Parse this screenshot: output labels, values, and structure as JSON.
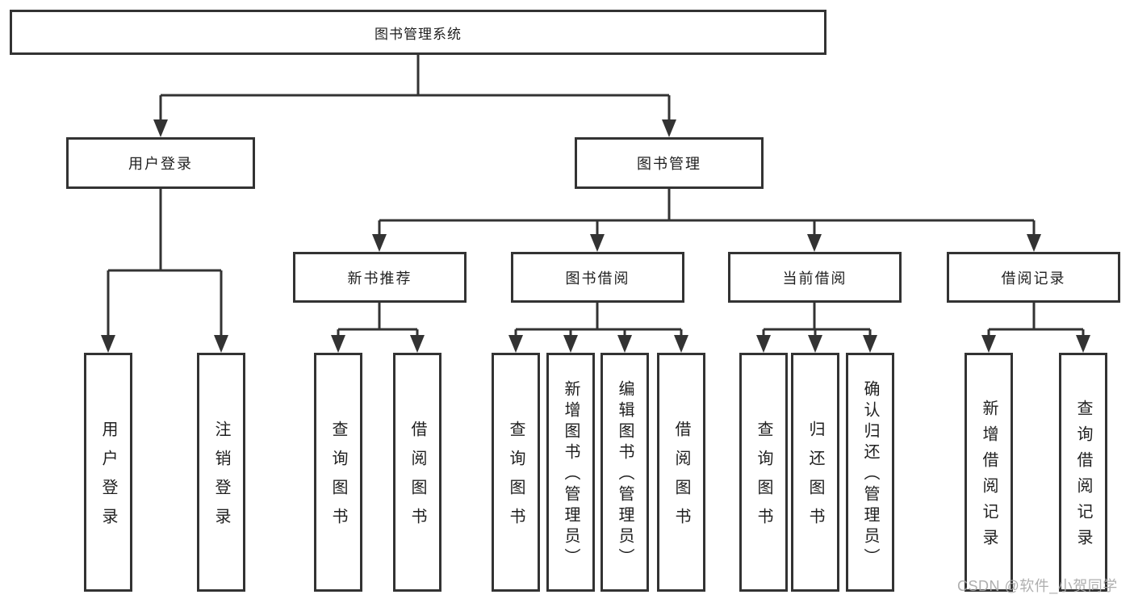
{
  "diagram": {
    "title": "图书管理系统",
    "root": {
      "label": "图书管理系统"
    },
    "level2": [
      {
        "id": "user-login",
        "label": "用户登录",
        "parent": "图书管理系统"
      },
      {
        "id": "book-management",
        "label": "图书管理",
        "parent": "图书管理系统"
      }
    ],
    "level3": [
      {
        "id": "new-book-recommendation",
        "label": "新书推荐",
        "parent": "图书管理"
      },
      {
        "id": "book-borrowing",
        "label": "图书借阅",
        "parent": "图书管理"
      },
      {
        "id": "current-borrowing",
        "label": "当前借阅",
        "parent": "图书管理"
      },
      {
        "id": "borrowing-records",
        "label": "借阅记录",
        "parent": "图书管理"
      }
    ],
    "leaves": [
      {
        "label": "用户登录",
        "parent": "用户登录"
      },
      {
        "label": "注销登录",
        "parent": "用户登录"
      },
      {
        "label": "查询图书",
        "parent": "新书推荐"
      },
      {
        "label": "借阅图书",
        "parent": "新书推荐"
      },
      {
        "label": "查询图书",
        "parent": "图书借阅"
      },
      {
        "label": "新增图书（管理员）",
        "parent": "图书借阅"
      },
      {
        "label": "编辑图书（管理员）",
        "parent": "图书借阅"
      },
      {
        "label": "借阅图书",
        "parent": "图书借阅"
      },
      {
        "label": "查询图书",
        "parent": "当前借阅"
      },
      {
        "label": "归还图书",
        "parent": "当前借阅"
      },
      {
        "label": "确认归还（管理员）",
        "parent": "当前借阅"
      },
      {
        "label": "新增借阅记录",
        "parent": "借阅记录"
      },
      {
        "label": "查询借阅记录",
        "parent": "借阅记录"
      }
    ]
  },
  "watermark": "CSDN @软件_小贺同学",
  "colors": {
    "line": "#333333",
    "box_border": "#333333",
    "box_background": "#ffffff",
    "text": "#1f1f1f",
    "watermark": "#a8a8a8",
    "page_background": "#ffffff"
  }
}
